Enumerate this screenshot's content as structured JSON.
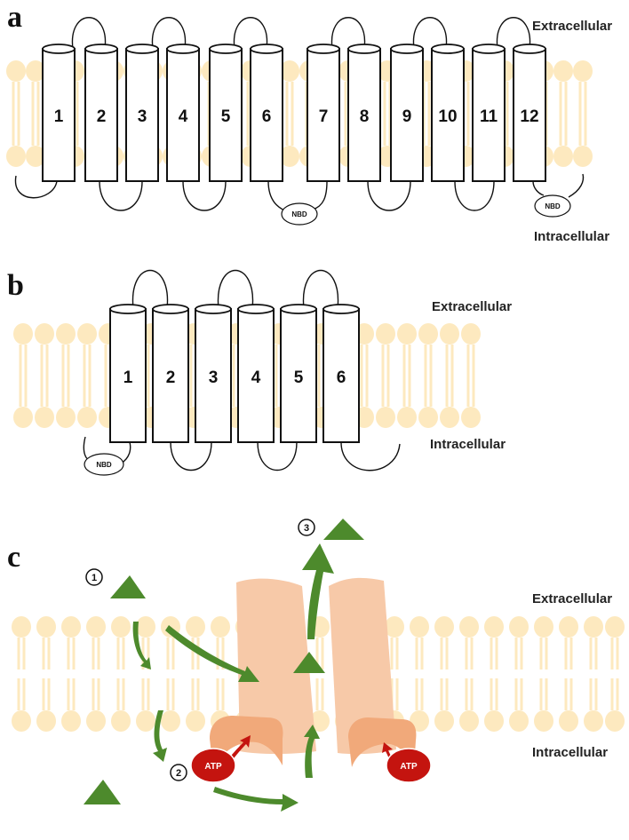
{
  "panels": [
    {
      "letter": "a",
      "extracellular_label": "Extracellular",
      "intracellular_label": "Intracellular",
      "segments": [
        "1",
        "2",
        "3",
        "4",
        "5",
        "6",
        "7",
        "8",
        "9",
        "10",
        "11",
        "12"
      ],
      "nbd_labels": [
        "NBD",
        "NBD"
      ]
    },
    {
      "letter": "b",
      "extracellular_label": "Extracellular",
      "intracellular_label": "Intracellular",
      "segments": [
        "1",
        "2",
        "3",
        "4",
        "5",
        "6"
      ],
      "nbd_labels": [
        "NBD"
      ]
    },
    {
      "letter": "c",
      "extracellular_label": "Extracellular",
      "intracellular_label": "Intracellular",
      "steps": [
        "1",
        "2",
        "3"
      ],
      "atp_labels": [
        "ATP",
        "ATP"
      ]
    }
  ],
  "colors": {
    "membrane": "#fde9bf",
    "transporter": "#f7c9a8",
    "nbd_domain": "#f1a97a",
    "substrate": "#4d8a2c",
    "atp": "#c4140f"
  }
}
